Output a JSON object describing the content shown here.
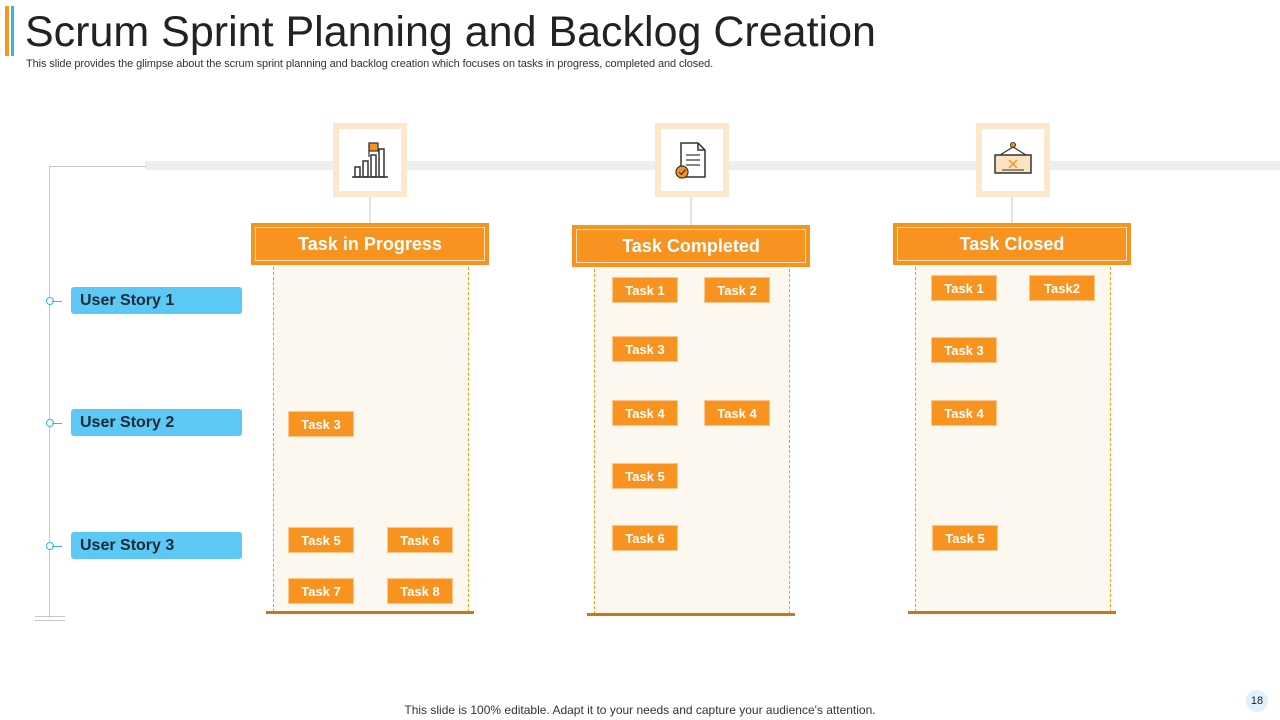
{
  "title": "Scrum Sprint Planning and Backlog Creation",
  "subtitle": "This slide provides the glimpse about the scrum sprint planning and backlog creation which focuses on tasks in progress, completed and closed.",
  "stories": [
    "User Story 1",
    "User Story 2",
    "User Story 3"
  ],
  "columns": [
    {
      "header": "Task in Progress",
      "icon": "bar-chart-icon",
      "tasks": {
        "story2": [
          "Task 3"
        ],
        "story3a": [
          "Task 5",
          "Task 6"
        ],
        "story3b": [
          "Task 7",
          "Task 8"
        ]
      }
    },
    {
      "header": "Task Completed",
      "icon": "document-check-icon",
      "tasks": {
        "row1": [
          "Task 1",
          "Task 2"
        ],
        "row2": [
          "Task 3"
        ],
        "row3": [
          "Task 4",
          "Task 4"
        ],
        "row4": [
          "Task 5"
        ],
        "row5": [
          "Task 6"
        ]
      }
    },
    {
      "header": "Task Closed",
      "icon": "closed-sign-icon",
      "tasks": {
        "row1": [
          "Task 1",
          "Task2"
        ],
        "row2": [
          "Task 3"
        ],
        "row3": [
          "Task 4"
        ],
        "row4": [
          "Task 5"
        ]
      }
    }
  ],
  "footer": "This slide is 100% editable. Adapt it to your needs and capture your audience's attention.",
  "page_number": "18",
  "colors": {
    "accent_orange": "#f7931e",
    "accent_blue": "#5bc8f5"
  }
}
